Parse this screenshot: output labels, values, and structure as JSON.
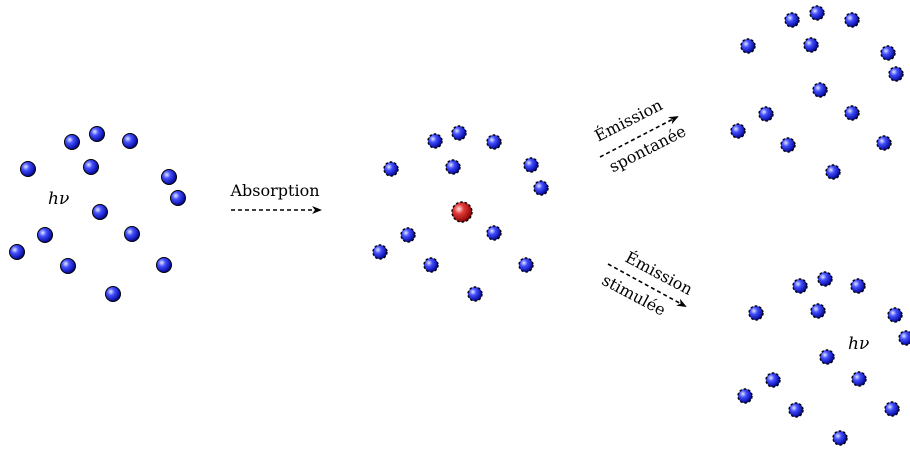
{
  "labels": {
    "photon_in": "hν",
    "absorption": "Absorption",
    "spontaneous_line1": "Émission",
    "spontaneous_line2": "spontanée",
    "stimulated_line1": "Émission",
    "stimulated_line2": "stimulée",
    "photon_out": "hν"
  },
  "colors": {
    "ground_atom": "#1a22d8",
    "excited_atom": "#c81818",
    "arrow": "#000000"
  },
  "icons": {
    "ground_state_atom": "blue-sphere",
    "excited_atom": "red-sphere-dashed-outline",
    "process_arrow": "dashed-arrow"
  }
}
